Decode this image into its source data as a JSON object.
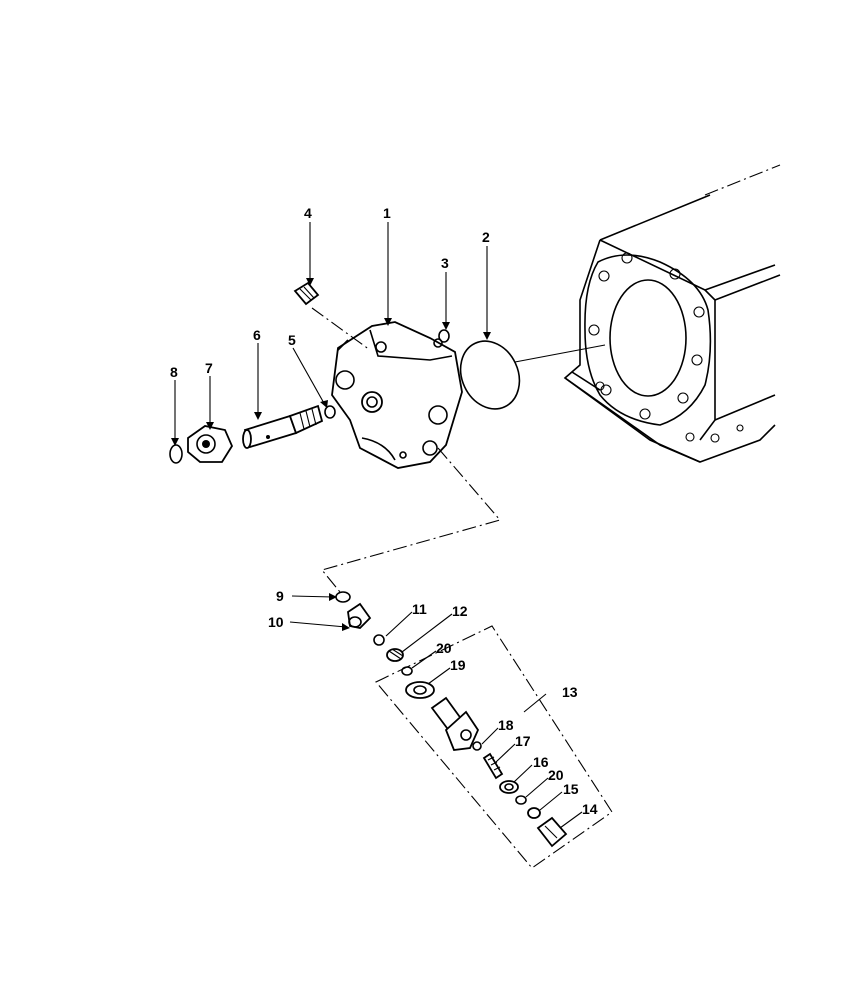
{
  "callouts": [
    {
      "id": "c1",
      "text": "1"
    },
    {
      "id": "c2",
      "text": "2"
    },
    {
      "id": "c3",
      "text": "3"
    },
    {
      "id": "c4",
      "text": "4"
    },
    {
      "id": "c5",
      "text": "5"
    },
    {
      "id": "c6",
      "text": "6"
    },
    {
      "id": "c7",
      "text": "7"
    },
    {
      "id": "c8",
      "text": "8"
    },
    {
      "id": "c9",
      "text": "9"
    },
    {
      "id": "c10",
      "text": "10"
    },
    {
      "id": "c11",
      "text": "11"
    },
    {
      "id": "c12",
      "text": "12"
    },
    {
      "id": "c13",
      "text": "13"
    },
    {
      "id": "c14",
      "text": "14"
    },
    {
      "id": "c15",
      "text": "15"
    },
    {
      "id": "c16",
      "text": "16"
    },
    {
      "id": "c17",
      "text": "17"
    },
    {
      "id": "c18",
      "text": "18"
    },
    {
      "id": "c19",
      "text": "19"
    },
    {
      "id": "c20a",
      "text": "20"
    },
    {
      "id": "c20b",
      "text": "20"
    }
  ]
}
